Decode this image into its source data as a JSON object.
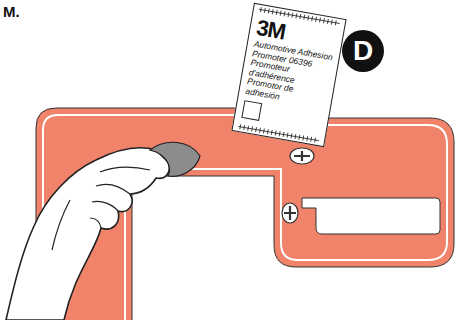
{
  "diagram": {
    "nodes": [
      {
        "text": [
          "3M",
          "Automotive Adhesion Promoter 06396",
          "Promoteur d'adhérence",
          "Promotor de adhesión"
        ]
      },
      {
        "text": [
          "D"
        ]
      }
    ],
    "labels": [
      "M."
    ]
  }
}
